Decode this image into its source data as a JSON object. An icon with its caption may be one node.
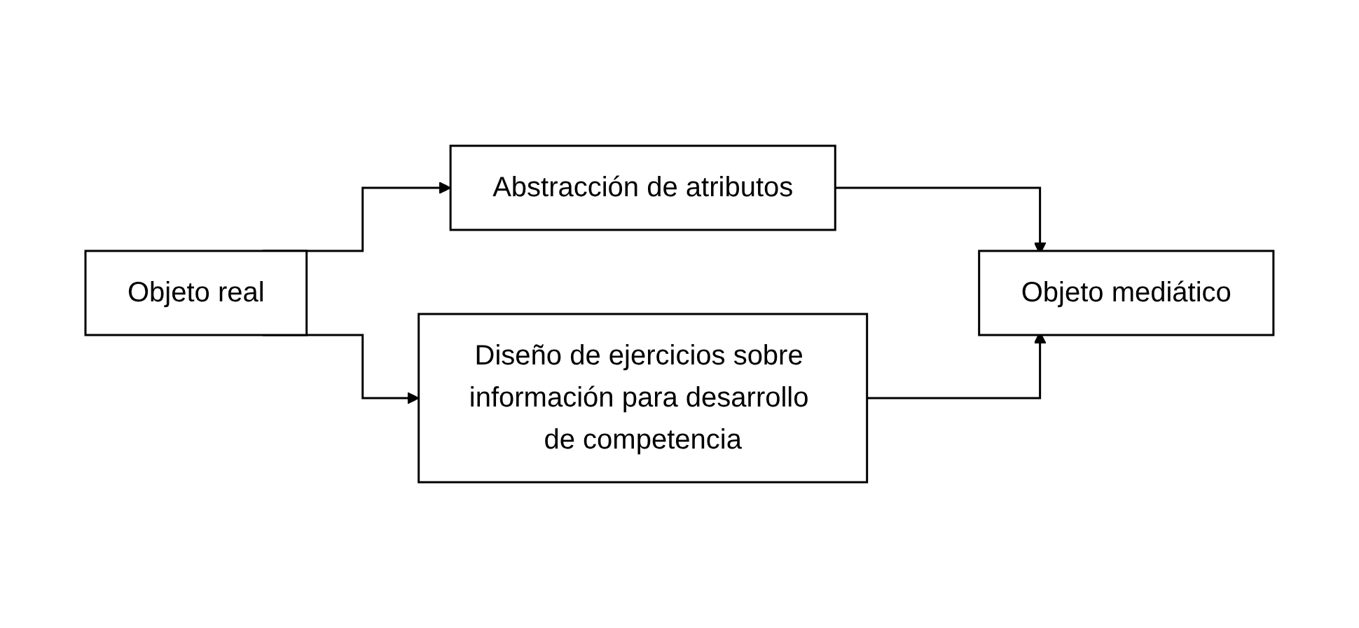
{
  "diagram": {
    "nodes": [
      {
        "text": [
          "Objeto real"
        ]
      },
      {
        "text": [
          "Abstracción de atributos"
        ]
      },
      {
        "text": [
          "Diseño de ejercicios sobre información para desarrollo de competencia"
        ]
      },
      {
        "text": [
          "Objeto mediático"
        ]
      }
    ],
    "edges": [
      {
        "from": 0,
        "to": 1,
        "arrow": "to"
      },
      {
        "from": 0,
        "to": 2,
        "arrow": "to"
      },
      {
        "from": 1,
        "to": 3,
        "arrow": "to"
      },
      {
        "from": 2,
        "to": 3,
        "arrow": "to"
      }
    ]
  }
}
